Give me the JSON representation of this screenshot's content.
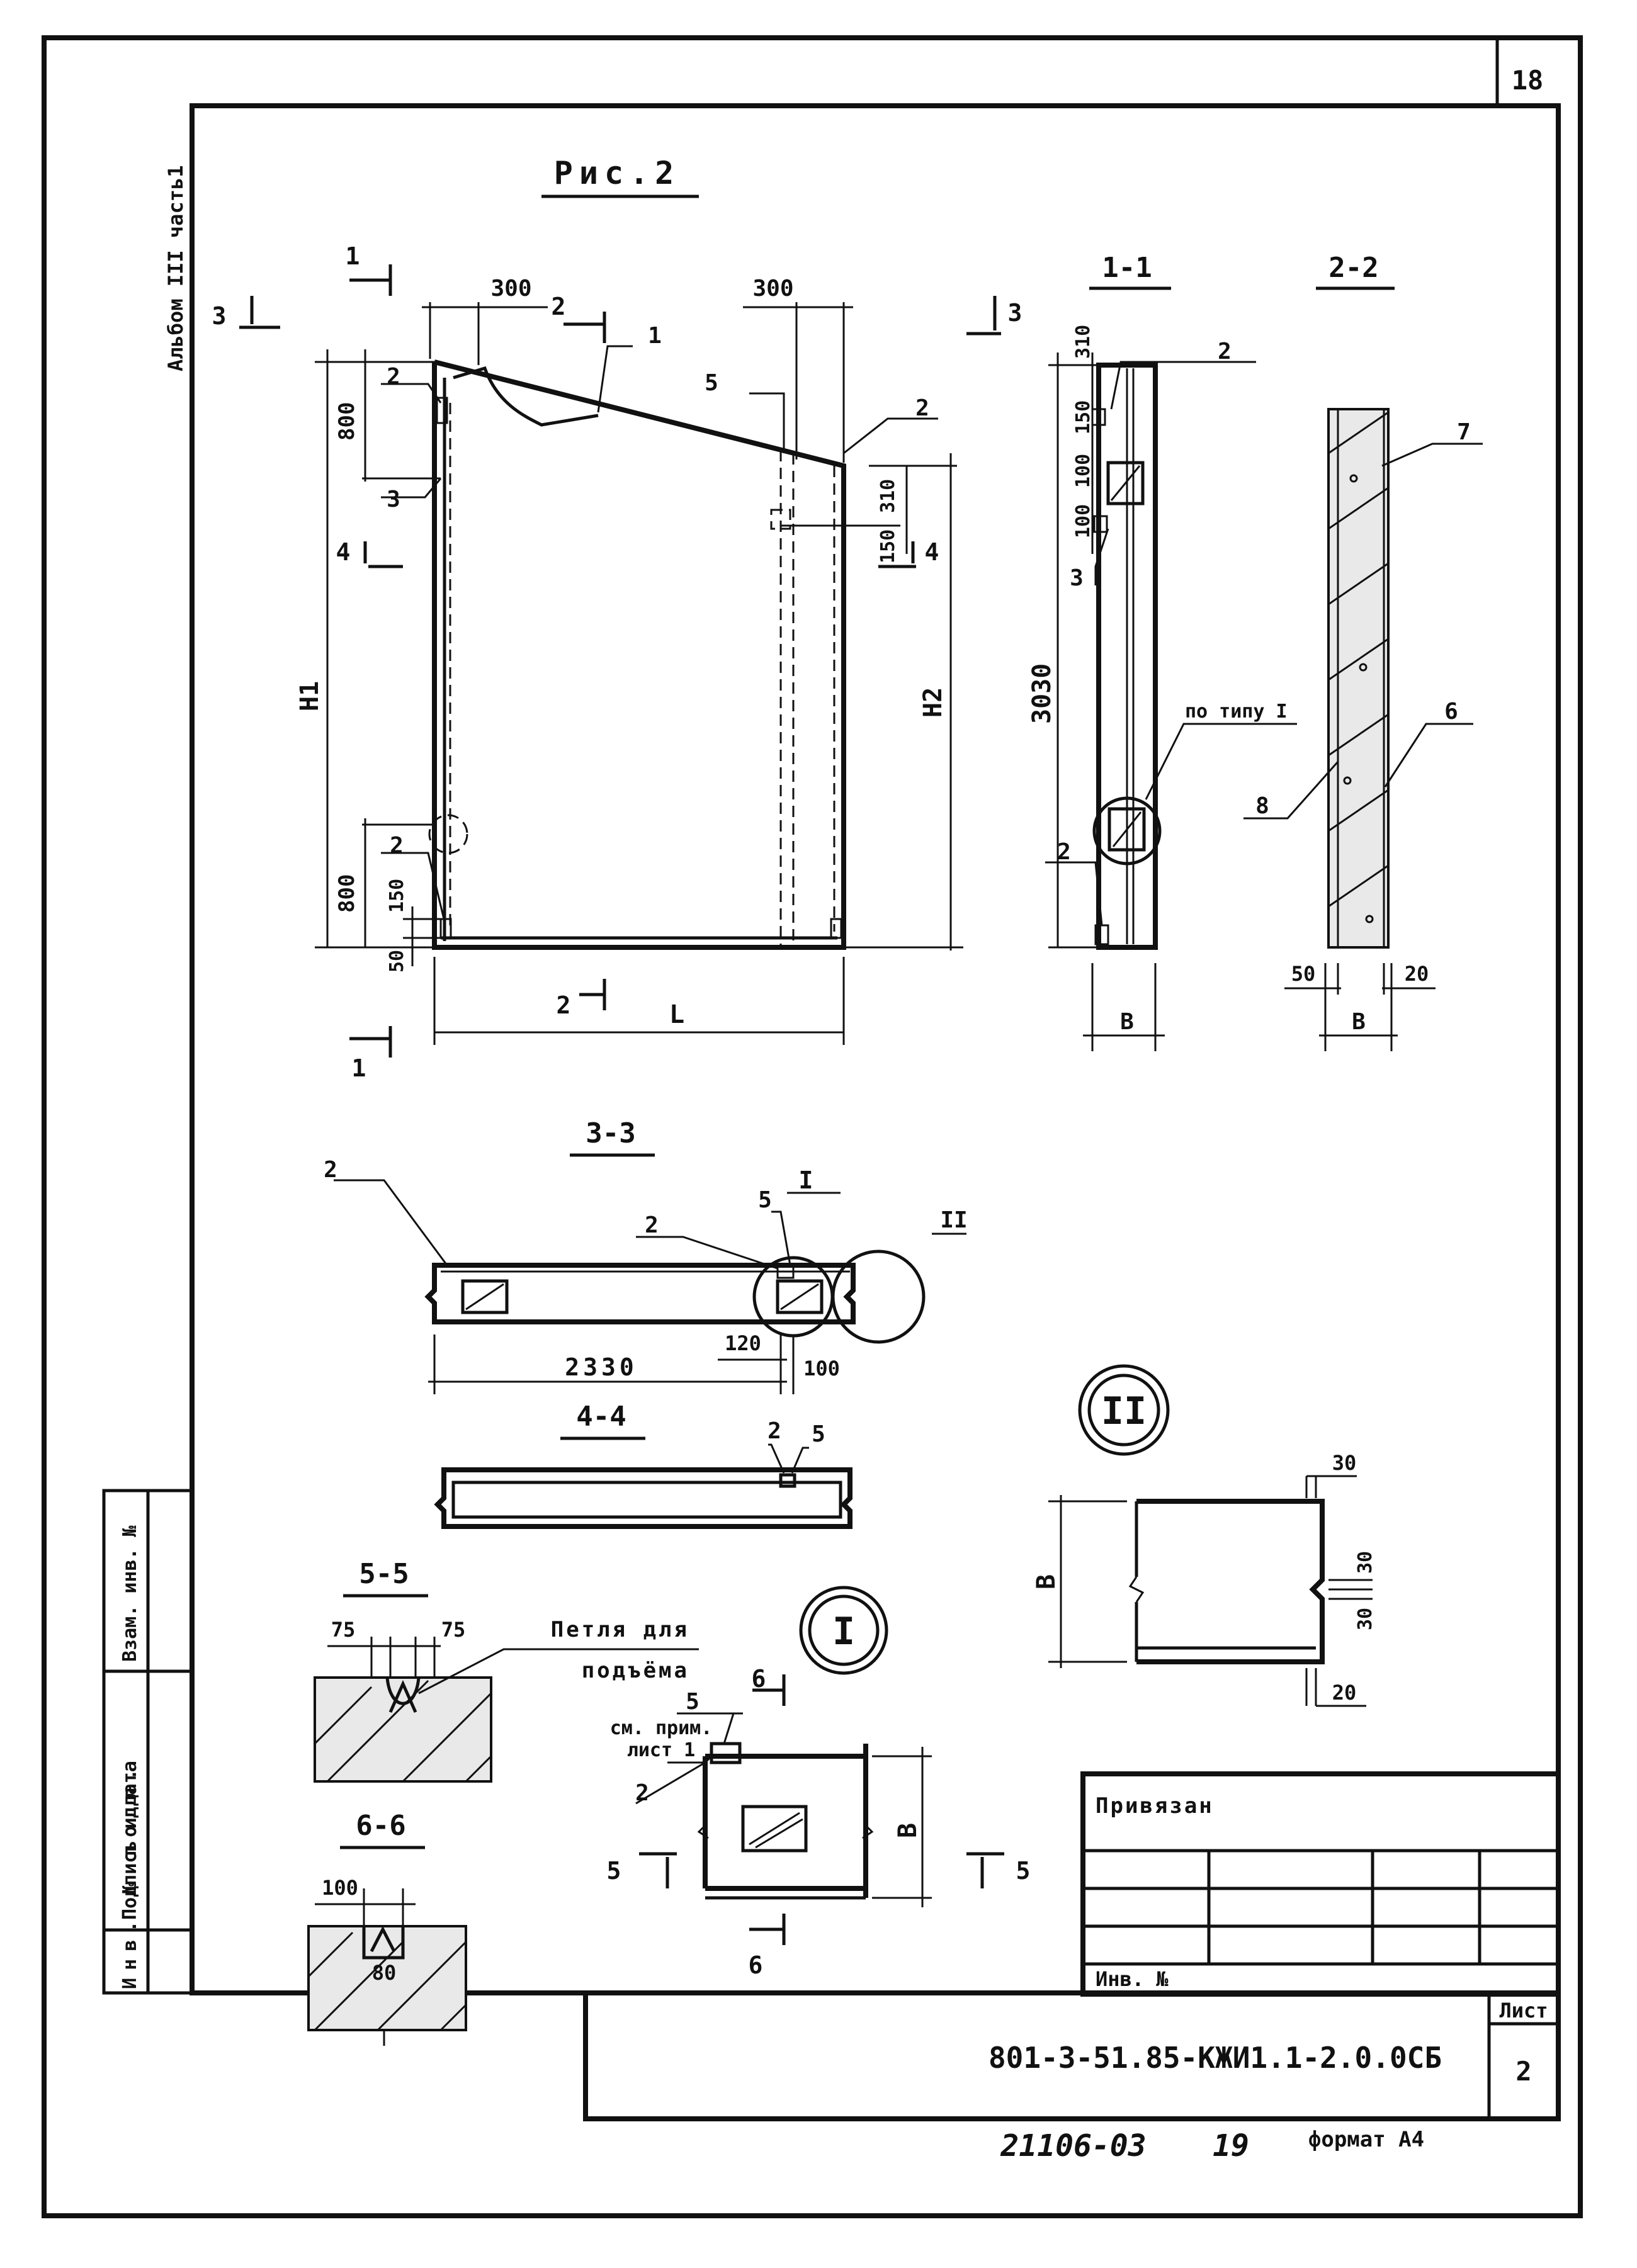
{
  "sheet": {
    "page_number": "18",
    "album_label": "Альбом III часть1",
    "figure_title": "Рис.2"
  },
  "side_stamp": {
    "inv_podl": "Инв. № подл.",
    "signature_date": "Подпись и дата",
    "vzam_inv": "Взам. инв. №"
  },
  "sections": {
    "s11": "1-1",
    "s22": "2-2",
    "s33": "3-3",
    "s44": "4-4",
    "s55": "5-5",
    "s66": "6-6",
    "node1": "I",
    "node2": "II"
  },
  "main_view": {
    "dim_300_left": "300",
    "dim_300_right": "300",
    "dim_800_top": "800",
    "dim_800_bot": "800",
    "dim_150_bot": "150",
    "dim_50": "50",
    "dim_310": "310",
    "dim_150_right": "150",
    "H1": "H1",
    "H2": "H2",
    "L": "L",
    "cut1": "1",
    "cut2": "2",
    "cut3": "3",
    "cut4": "4",
    "pos1": "1",
    "pos2": "2",
    "pos3": "3",
    "pos5": "5"
  },
  "section_1_1": {
    "dim_310": "310",
    "dim_150": "150",
    "dim_100a": "100",
    "dim_100b": "100",
    "dim_3030": "3030",
    "B": "B",
    "note": "по типу I",
    "pos2": "2",
    "pos3": "3"
  },
  "section_2_2": {
    "pos6": "6",
    "pos7": "7",
    "pos8": "8",
    "dim_50": "50",
    "dim_20": "20",
    "B": "B"
  },
  "section_3_3": {
    "dim_2330": "2330",
    "dim_120": "120",
    "dim_100": "100",
    "pos2a": "2",
    "pos2b": "2",
    "pos5": "5"
  },
  "section_4_4": {
    "pos2": "2",
    "pos5": "5"
  },
  "section_5_5": {
    "dim_75a": "75",
    "dim_75b": "75",
    "loop_note_1": "Петля для",
    "loop_note_2": "подъёма"
  },
  "section_6_6": {
    "dim_100": "100",
    "dim_80": "80"
  },
  "node_I": {
    "pos5": "5",
    "note_1": "см. прим.",
    "note_2": "лист 1",
    "pos2": "2",
    "B": "B",
    "cut5": "5",
    "cut6": "6"
  },
  "node_II": {
    "dim_30_top": "30",
    "dim_30a": "30",
    "dim_30b": "30",
    "dim_20": "20",
    "B": "B"
  },
  "title_block": {
    "privyazan": "Привязан",
    "inv_no": "Инв. №",
    "doc_code": "801-3-51.85-КЖИ1.1-2.0.0СБ",
    "list_label": "Лист",
    "list_no": "2"
  },
  "footer": {
    "code": "21106-03",
    "num": "19",
    "format": "формат А4"
  }
}
